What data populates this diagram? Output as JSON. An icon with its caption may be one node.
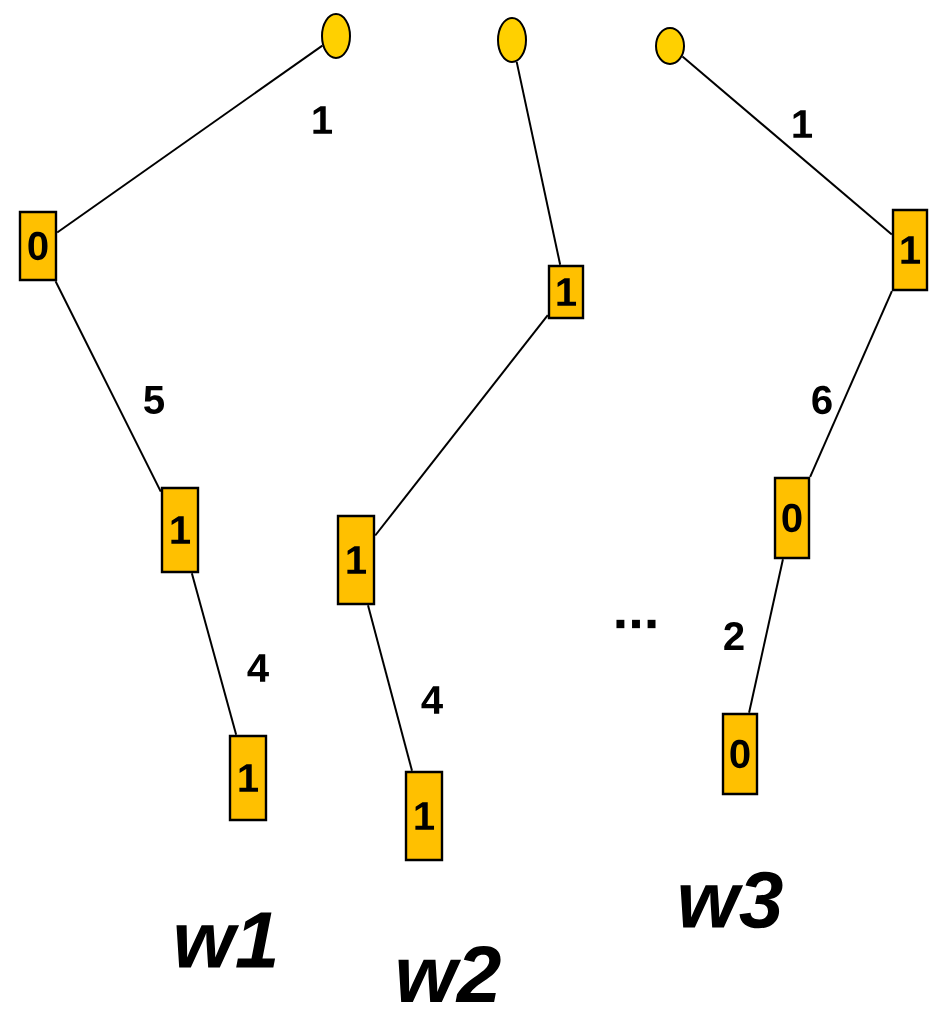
{
  "diagram": {
    "nodes": [
      {
        "text": [],
        "shape": "ellipse"
      },
      {
        "text": [
          "0"
        ]
      },
      {
        "text": [
          "1"
        ]
      },
      {
        "text": [
          "1"
        ]
      },
      {
        "text": [],
        "shape": "ellipse"
      },
      {
        "text": [
          "1"
        ]
      },
      {
        "text": [
          "1"
        ]
      },
      {
        "text": [
          "1"
        ]
      },
      {
        "text": [],
        "shape": "ellipse"
      },
      {
        "text": [
          "1"
        ]
      },
      {
        "text": [
          "0"
        ]
      },
      {
        "text": [
          "0"
        ]
      }
    ],
    "edges": [
      {
        "from": 0,
        "to": 1,
        "arrow": "none",
        "label": "1"
      },
      {
        "from": 1,
        "to": 2,
        "arrow": "none",
        "label": "5"
      },
      {
        "from": 2,
        "to": 3,
        "arrow": "none",
        "label": "4"
      },
      {
        "from": 4,
        "to": 5,
        "arrow": "none"
      },
      {
        "from": 5,
        "to": 6,
        "arrow": "none"
      },
      {
        "from": 6,
        "to": 7,
        "arrow": "none",
        "label": "4"
      },
      {
        "from": 8,
        "to": 9,
        "arrow": "none",
        "label": "1"
      },
      {
        "from": 9,
        "to": 10,
        "arrow": "none",
        "label": "6"
      },
      {
        "from": 10,
        "to": 11,
        "arrow": "none",
        "label": "2"
      }
    ],
    "labels": [
      "...",
      "w1",
      "w2",
      "w3"
    ]
  }
}
